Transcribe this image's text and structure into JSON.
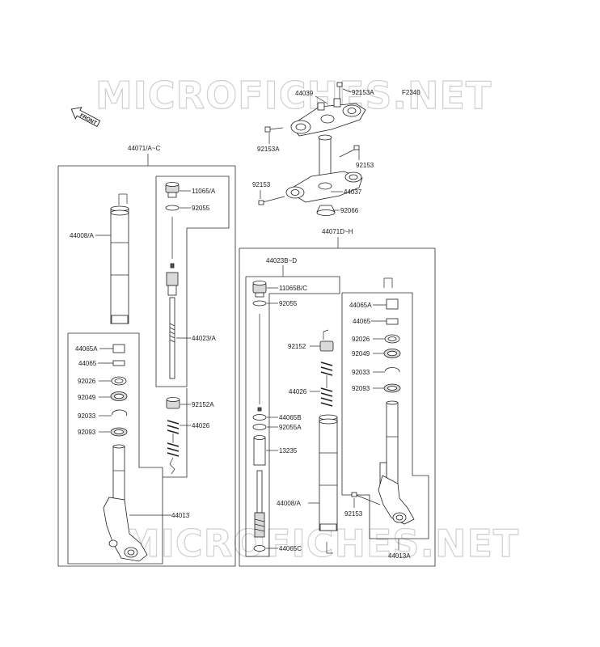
{
  "watermarks": {
    "top": "MICROFICHES.NET",
    "bottom": "MICROFICHES.NET"
  },
  "front_arrow": {
    "label": "FRONT"
  },
  "figure_code": "F2340",
  "labels": {
    "p44039": "44039",
    "p92153A_top": "92153A",
    "p92153A_left": "92153A",
    "p92153_right": "92153",
    "p92153_left": "92153",
    "p44037": "44037",
    "p92066": "92066",
    "p44071AC": "44071/A~C",
    "p11065A": "11065/A",
    "p92055_l": "92055",
    "p44008A_l": "44008/A",
    "p44023A": "44023/A",
    "p44065A_l": "44065A",
    "p44065_l": "44065",
    "p92026_l": "92026",
    "p92049_l": "92049",
    "p92033_l": "92033",
    "p92093_l": "92093",
    "p92152A": "92152A",
    "p44026_l": "44026",
    "p44013": "44013",
    "p44071DH": "44071D~H",
    "p44023BD": "44023B~D",
    "p11065BC": "11065B/C",
    "p92055_r": "92055",
    "p92152": "92152",
    "p44026_r": "44026",
    "p44065B": "44065B",
    "p92055A": "92055A",
    "p13235": "13235",
    "p44008A_r": "44008/A",
    "p44065C": "44065C",
    "p44065A_r": "44065A",
    "p44065_r": "44065",
    "p92026_r": "92026",
    "p92049_r": "92049",
    "p92033_r": "92033",
    "p92093_r": "92093",
    "p92153_low": "92153",
    "p44013A": "44013A"
  }
}
